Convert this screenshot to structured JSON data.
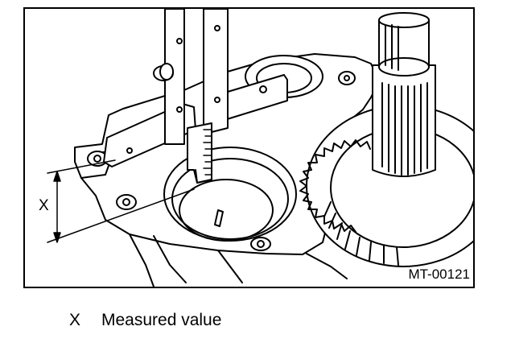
{
  "figure": {
    "dimension_label": "X",
    "figure_code": "MT-00121"
  },
  "legend": {
    "items": [
      {
        "key": "X",
        "text": "Measured value"
      }
    ]
  }
}
